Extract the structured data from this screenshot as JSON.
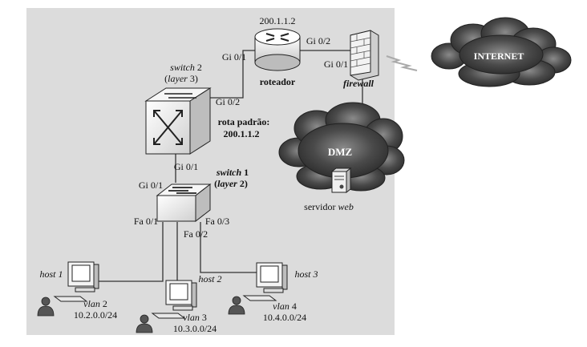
{
  "colors": {
    "panel": "#dcdcdc",
    "line": "#333333",
    "cloud_dark": "#3a3a3a",
    "cloud_mid": "#6a6a6a",
    "device_light": "#f4f4f4",
    "device_shade": "#bdbdbd"
  },
  "router": {
    "ip": "200.1.1.2",
    "name": "roteador",
    "port_left": "Gi 0/1",
    "port_right": "Gi 0/2",
    "icon": "router-icon"
  },
  "firewall": {
    "name": "firewall",
    "port": "Gi 0/1",
    "icon": "firewall-icon"
  },
  "internet": {
    "label": "INTERNET",
    "icon": "cloud-icon"
  },
  "dmz": {
    "label": "DMZ",
    "server_label_prefix": "servidor ",
    "server_label_em": "web",
    "icon": "server-icon"
  },
  "switch2": {
    "title_em": "switch",
    "title_num": " 2",
    "subtitle_open": "(",
    "subtitle_em": "layer",
    "subtitle_close": " 3)",
    "port_top": "Gi 0/2",
    "port_bottom": "Gi 0/1",
    "route_line1": "rota padrão:",
    "route_line2": "200.1.1.2",
    "icon": "layer3-switch-icon"
  },
  "switch1": {
    "title_em": "switch",
    "title_num": " 1",
    "subtitle_open": "(",
    "subtitle_em": "layer",
    "subtitle_close": " 2)",
    "port_top": "Gi 0/1",
    "port_fa1": "Fa 0/1",
    "port_fa2": "Fa 0/2",
    "port_fa3": "Fa 0/3",
    "icon": "layer2-switch-icon"
  },
  "hosts": [
    {
      "name": "host 1",
      "vlan_em": "vlan",
      "vlan_num": " 2",
      "subnet": "10.2.0.0/24"
    },
    {
      "name": "host 2",
      "vlan_em": "vlan",
      "vlan_num": " 3",
      "subnet": "10.3.0.0/24"
    },
    {
      "name": "host 3",
      "vlan_em": "vlan",
      "vlan_num": " 4",
      "subnet": "10.4.0.0/24"
    }
  ]
}
